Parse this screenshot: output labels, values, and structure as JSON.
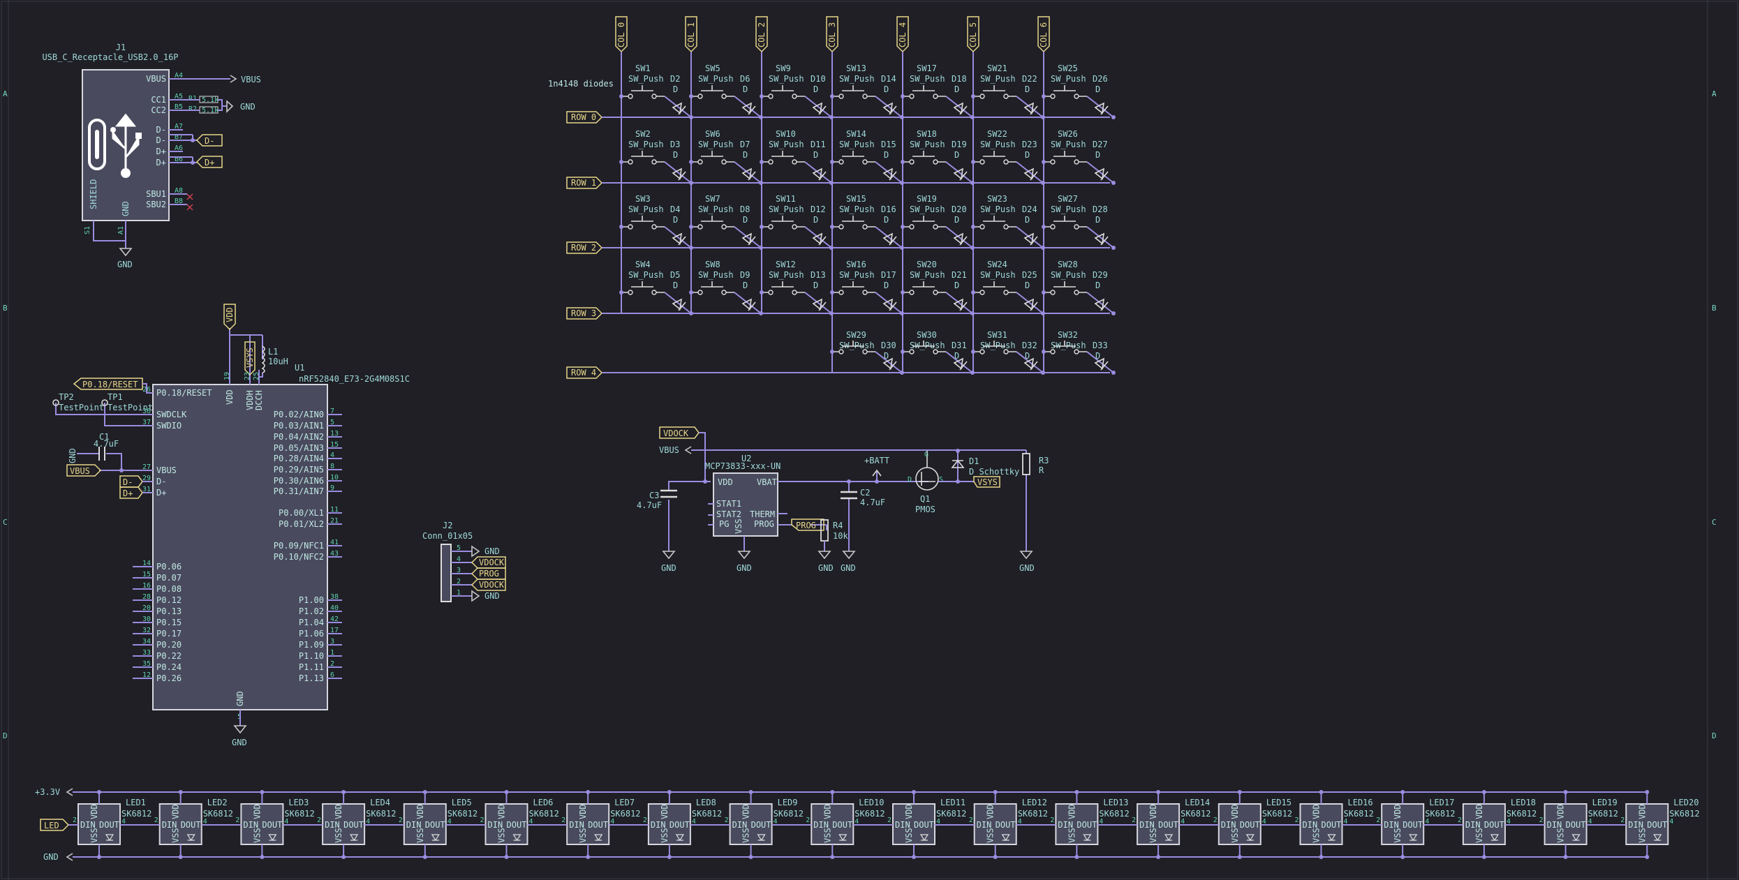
{
  "usb": {
    "ref": "J1",
    "value": "USB_C_Receptacle_USB2.0_16P",
    "pins_right": [
      "VBUS",
      "CC1",
      "CC2",
      "D-",
      "D-",
      "D+",
      "D+",
      "SBU1",
      "SBU2"
    ],
    "pin_nums": [
      "A4",
      "A5",
      "B5",
      "A7",
      "B7",
      "A6",
      "B6",
      "A8",
      "B8"
    ],
    "shield": "SHIELD",
    "gnd": "GND",
    "s1": "S1",
    "a1": "A1",
    "net_vbus": "VBUS",
    "net_gnd": "GND",
    "label_dm": "D-",
    "label_dp": "D+",
    "r1": "R1",
    "r2": "R2",
    "r_val": "5.1k",
    "gnd_sym": "GND"
  },
  "diode_note": "1n4148 diodes",
  "cols": [
    "COL 0",
    "COL 1",
    "COL 2",
    "COL 3",
    "COL 4",
    "COL 5",
    "COL 6"
  ],
  "rows": [
    "ROW 0",
    "ROW 1",
    "ROW 2",
    "ROW 3",
    "ROW 4"
  ],
  "switch_value": "SW_Push",
  "diode_value": "D",
  "mcu": {
    "ref": "U1",
    "value": "nRF52840_E73-2G4M08S1C",
    "left_pins": [
      "P0.18/RESET",
      "SWDCLK",
      "SWDIO",
      "VBUS",
      "D-",
      "D+",
      "P0.06",
      "P0.07",
      "P0.08",
      "P0.12",
      "P0.13",
      "P0.15",
      "P0.17",
      "P0.20",
      "P0.22",
      "P0.24",
      "P0.26"
    ],
    "left_nums": [
      "26",
      "36",
      "37",
      "27",
      "29",
      "31",
      "14",
      "15",
      "16",
      "28",
      "20",
      "30",
      "32",
      "34",
      "33",
      "35",
      "12"
    ],
    "right_pins": [
      "P0.02/AIN0",
      "P0.03/AIN1",
      "P0.04/AIN2",
      "P0.05/AIN3",
      "P0.28/AIN4",
      "P0.29/AIN5",
      "P0.30/AIN6",
      "P0.31/AIN7",
      "P0.00/XL1",
      "P0.01/XL2",
      "P0.09/NFC1",
      "P0.10/NFC2",
      "P1.00",
      "P1.02",
      "P1.04",
      "P1.06",
      "P1.09",
      "P1.10",
      "P1.11",
      "P1.13"
    ],
    "right_nums": [
      "7",
      "5",
      "13",
      "15",
      "4",
      "8",
      "10",
      "9",
      "11",
      "21",
      "41",
      "43",
      "38",
      "40",
      "42",
      "17",
      "3",
      "1",
      "2",
      "6"
    ],
    "top_pins": [
      "VDD",
      "VDDH",
      "DCCH"
    ],
    "top_nums": [
      "19",
      "23",
      "25"
    ],
    "bottom_pin": "GND",
    "bottom_num": "5",
    "vdd_label": "VDD",
    "vsys_label": "VSYS",
    "gnd_sym": "GND"
  },
  "l1": {
    "ref": "L1",
    "value": "10uH"
  },
  "tp2": {
    "ref": "TP2",
    "value": "TestPoint"
  },
  "tp1": {
    "ref": "TP1",
    "value": "TestPoint"
  },
  "reset_label": "P0.18/RESET",
  "c1": {
    "ref": "C1",
    "value": "4.7uF",
    "gnd": "GND"
  },
  "vbus_label": "VBUS",
  "dm_label": "D-",
  "dp_label": "D+",
  "j2": {
    "ref": "J2",
    "value": "Conn_01x05",
    "nets": [
      "GND",
      "VDOCK",
      "PROG",
      "VDOCK",
      "GND"
    ],
    "nums": [
      "5",
      "4",
      "3",
      "2",
      "1"
    ]
  },
  "charger": {
    "ref": "U2",
    "value": "MCP73833-xxx-UN",
    "pins": [
      "VDD",
      "VBAT",
      "STAT1",
      "STAT2",
      "PG",
      "THERM",
      "PROG",
      "VSS"
    ],
    "vdock": "VDOCK",
    "vbus": "VBUS",
    "batt": "+BATT",
    "prog": "PROG",
    "vsys": "VSYS",
    "c3": "C3",
    "c3v": "4.7uF",
    "c2": "C2",
    "c2v": "4.7uF",
    "r4": "R4",
    "r4v": "10k",
    "q1": "Q1",
    "q1v": "PMOS",
    "d1": "D1",
    "d1v": "D_Schottky",
    "r3": "R3",
    "r3v": "R",
    "gnd": "GND"
  },
  "leds": {
    "count": 20,
    "value": "SK6812",
    "pin_din": "DIN",
    "pin_dout": "DOUT",
    "pin_vdd": "VDD",
    "pin_vss": "VSS",
    "rail_3v3": "+3.3V",
    "rail_gnd": "GND",
    "led_label": "LED"
  },
  "frame_letters": [
    "A",
    "B",
    "C",
    "D"
  ],
  "colors": {
    "background": "#1f1f25",
    "wire": "#9a8ce0",
    "text": "#9fd9d9",
    "label": "#e8d68a",
    "body": "#4a4a5e"
  }
}
